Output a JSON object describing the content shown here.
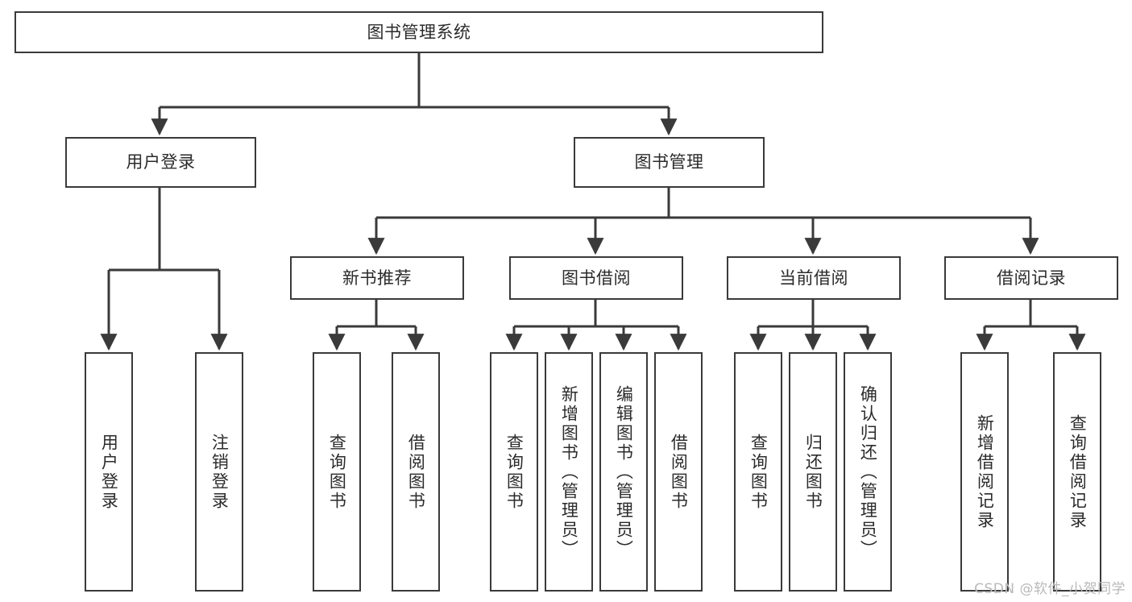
{
  "diagram": {
    "title": "图书管理系统",
    "type": "tree",
    "orientation": "top-down",
    "colors": {
      "box_border": "#3a3a3a",
      "box_fill": "#ffffff",
      "edge": "#3a3a3a",
      "text": "#2b2b2b",
      "watermark": "#b9b9b9",
      "background": "#ffffff"
    },
    "nodes": {
      "root": {
        "label": "图书管理系统",
        "level": 0,
        "text_direction": "horizontal"
      },
      "level1": [
        {
          "id": "user-login",
          "label": "用户登录",
          "text_direction": "horizontal"
        },
        {
          "id": "book-manage",
          "label": "图书管理",
          "text_direction": "horizontal"
        }
      ],
      "level2": [
        {
          "id": "new-book-recommend",
          "label": "新书推荐",
          "parent": "book-manage",
          "text_direction": "horizontal"
        },
        {
          "id": "book-borrow",
          "label": "图书借阅",
          "parent": "book-manage",
          "text_direction": "horizontal"
        },
        {
          "id": "current-borrow",
          "label": "当前借阅",
          "parent": "book-manage",
          "text_direction": "horizontal"
        },
        {
          "id": "borrow-record",
          "label": "借阅记录",
          "parent": "book-manage",
          "text_direction": "horizontal"
        }
      ],
      "leaves": [
        {
          "id": "leaf-user-login",
          "label": "用户登录",
          "parent": "user-login",
          "text_direction": "vertical"
        },
        {
          "id": "leaf-user-logout",
          "label": "注销登录",
          "parent": "user-login",
          "text_direction": "vertical"
        },
        {
          "id": "leaf-query-book-1",
          "label": "查询图书",
          "parent": "new-book-recommend",
          "text_direction": "vertical"
        },
        {
          "id": "leaf-borrow-book-1",
          "label": "借阅图书",
          "parent": "new-book-recommend",
          "text_direction": "vertical"
        },
        {
          "id": "leaf-query-book-2",
          "label": "查询图书",
          "parent": "book-borrow",
          "text_direction": "vertical"
        },
        {
          "id": "leaf-add-book",
          "label": "新增图书（管理员）",
          "parent": "book-borrow",
          "text_direction": "vertical"
        },
        {
          "id": "leaf-edit-book",
          "label": "编辑图书（管理员）",
          "parent": "book-borrow",
          "text_direction": "vertical"
        },
        {
          "id": "leaf-borrow-book-2",
          "label": "借阅图书",
          "parent": "book-borrow",
          "text_direction": "vertical"
        },
        {
          "id": "leaf-query-book-3",
          "label": "查询图书",
          "parent": "current-borrow",
          "text_direction": "vertical"
        },
        {
          "id": "leaf-return-book",
          "label": "归还图书",
          "parent": "current-borrow",
          "text_direction": "vertical"
        },
        {
          "id": "leaf-confirm-return",
          "label": "确认归还（管理员）",
          "parent": "current-borrow",
          "text_direction": "vertical"
        },
        {
          "id": "leaf-add-record",
          "label": "新增借阅记录",
          "parent": "borrow-record",
          "text_direction": "vertical"
        },
        {
          "id": "leaf-query-record",
          "label": "查询借阅记录",
          "parent": "borrow-record",
          "text_direction": "vertical"
        }
      ]
    }
  },
  "watermark": {
    "text": "CSDN @软件_小贺同学"
  }
}
